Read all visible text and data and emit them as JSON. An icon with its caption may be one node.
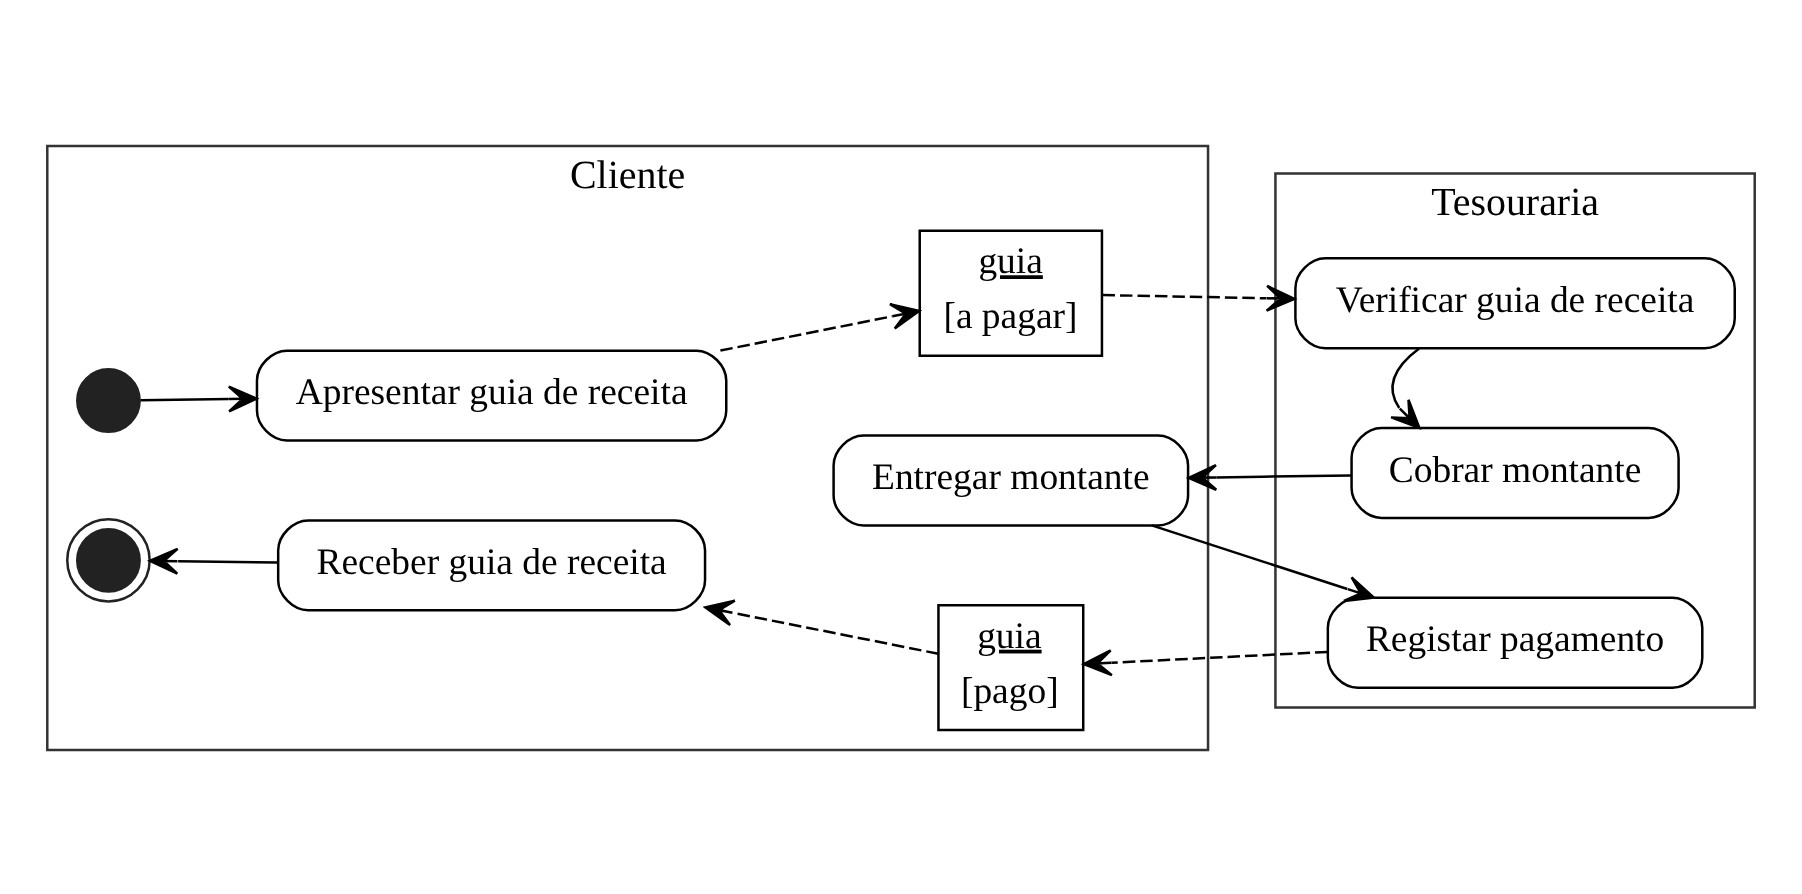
{
  "diagram": {
    "nodes": [
      {
        "text": [
          "Cliente"
        ]
      },
      {
        "text": [],
        "shape": "circle",
        "in": 0
      },
      {
        "text": [
          "Apresentar guia de receita"
        ],
        "in": 0
      },
      {
        "text": [
          "guia",
          "[a pagar]"
        ],
        "in": 0
      },
      {
        "text": [
          "Entregar montante"
        ],
        "in": 0
      },
      {
        "text": [
          "Receber guia de receita"
        ],
        "in": 0
      },
      {
        "text": [
          "guia",
          "[pago]"
        ],
        "in": 0
      },
      {
        "text": [],
        "shape": "circle",
        "in": 0
      },
      {
        "text": [
          "Tesouraria"
        ]
      },
      {
        "text": [
          "Verificar guia de receita"
        ],
        "in": 8
      },
      {
        "text": [
          "Cobrar montante"
        ],
        "in": 8
      },
      {
        "text": [
          "Registar pagamento"
        ],
        "in": 8
      }
    ],
    "edges": [
      {
        "from": 1,
        "to": 2,
        "arrow": "to"
      },
      {
        "from": 2,
        "to": 3,
        "arrow": "to",
        "style": "dashed"
      },
      {
        "from": 3,
        "to": 9,
        "arrow": "to",
        "style": "dashed"
      },
      {
        "from": 9,
        "to": 10,
        "arrow": "to"
      },
      {
        "from": 10,
        "to": 4,
        "arrow": "to"
      },
      {
        "from": 4,
        "to": 11,
        "arrow": "to"
      },
      {
        "from": 11,
        "to": 6,
        "arrow": "to",
        "style": "dashed"
      },
      {
        "from": 6,
        "to": 5,
        "arrow": "to",
        "style": "dashed"
      },
      {
        "from": 5,
        "to": 7,
        "arrow": "to"
      }
    ]
  }
}
